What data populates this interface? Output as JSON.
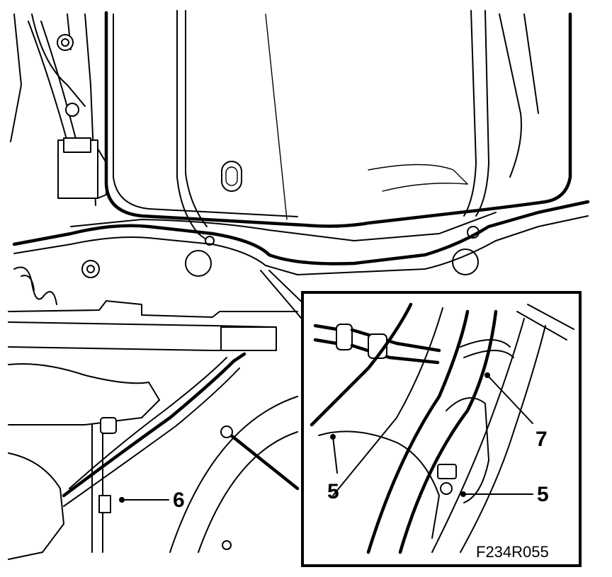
{
  "figure": {
    "code": "F234R055",
    "callouts": [
      {
        "id": "callout-6",
        "label": "6"
      },
      {
        "id": "callout-5-left",
        "label": "5"
      },
      {
        "id": "callout-5-right",
        "label": "5"
      },
      {
        "id": "callout-7",
        "label": "7"
      }
    ]
  }
}
